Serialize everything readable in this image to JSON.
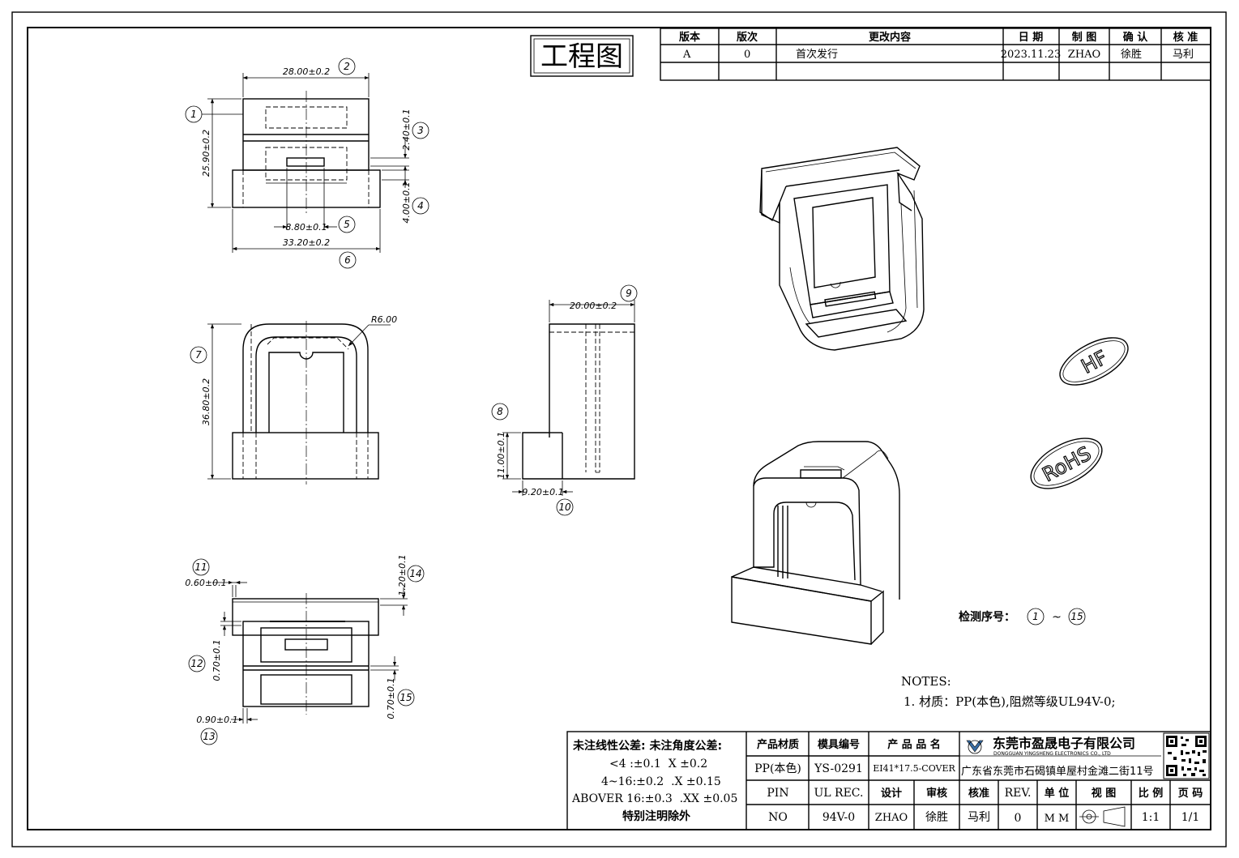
{
  "title": "工程图",
  "revision_table": {
    "headers": [
      "版本",
      "版次",
      "更改内容",
      "日 期",
      "制 图",
      "确 认",
      "核 准"
    ],
    "row": [
      "A",
      "0",
      "首次发行",
      "2023.11.23",
      "ZHAO",
      "徐胜",
      "马利"
    ]
  },
  "dimensions": {
    "top": {
      "d1": "28.00±0.2",
      "d2": "25.90±0.2",
      "d3": "2.40±0.1",
      "d4": "4.00±0.1",
      "d5": "8.80±0.1",
      "d6": "33.20±0.2"
    },
    "front": {
      "d7": "36.80±0.2",
      "radius": "R6.00"
    },
    "side": {
      "d9": "20.00±0.2",
      "d8": "11.00±0.1",
      "d10": "9.20±0.1"
    },
    "bottom": {
      "d11": "0.60±0.1",
      "d14": "1.20±0.1",
      "d12": "0.70±0.1",
      "d15": "0.70±0.1",
      "d13": "0.90±0.1"
    }
  },
  "balloons": [
    "1",
    "2",
    "3",
    "4",
    "5",
    "6",
    "7",
    "8",
    "9",
    "10",
    "11",
    "12",
    "13",
    "14",
    "15"
  ],
  "stamps": [
    "HF",
    "RoHS"
  ],
  "inspection": {
    "label": "检测序号：",
    "from": "1",
    "sep": "~",
    "to": "15"
  },
  "notes": {
    "heading": "NOTES:",
    "item1": "1. 材质：PP(本色),阻燃等级UL94V-0;"
  },
  "tolerance": {
    "title": "未注线性公差: 未注角度公差:",
    "line1": "<4 :±0.1  X ±0.2",
    "line2": "4~16:±0.2  .X ±0.15",
    "line3": "ABOVER 16:±0.3  .XX ±0.05",
    "line4": "特别注明除外"
  },
  "title_block": {
    "material_label": "产品材质",
    "material": "PP(本色)",
    "mold_label": "模具编号",
    "mold": "YS-0291",
    "product_label": "产 品 品 名",
    "product": "EI41*17.5-COVER",
    "company": "东莞市盈晟电子有限公司",
    "company_en": "DONGGUAN YINGSHENG ELECTRONICS CO., LTD",
    "address": "广东省东莞市石碣镇单屋村金滩二街11号",
    "pin_label": "PIN",
    "pin": "NO",
    "ul_label": "UL REC.",
    "ul": "94V-0",
    "design_label": "设计",
    "design": "ZHAO",
    "review_label": "审核",
    "review": "徐胜",
    "approve_label": "核准",
    "approve": "马利",
    "rev_label": "REV.",
    "rev": "0",
    "unit_label": "单 位",
    "unit": "M M",
    "view_label": "视 图",
    "scale_label": "比 例",
    "scale": "1:1",
    "page_label": "页 码",
    "page": "1/1"
  }
}
